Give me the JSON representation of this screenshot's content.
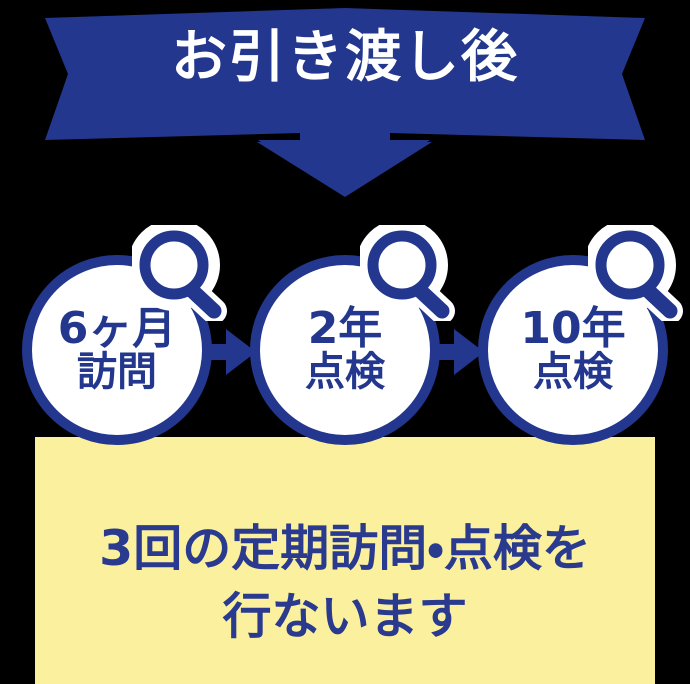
{
  "colors": {
    "banner_blue": "#22378D",
    "circle_blue": "#22378D",
    "panel_yellow": "#FBF09E",
    "panel_text_blue": "#2A3A8E",
    "banner_text_white": "#FFFFFF",
    "background": "#000000"
  },
  "banner": {
    "title": "お引き渡し後",
    "arrow_icon": "arrow-down-icon"
  },
  "steps": [
    {
      "id": "step-6months",
      "line1": "6ヶ月",
      "line2": "訪問",
      "icon": "magnifier-icon"
    },
    {
      "id": "step-2years",
      "line1": "2年",
      "line2": "点検",
      "icon": "magnifier-icon"
    },
    {
      "id": "step-10years",
      "line1": "10年",
      "line2": "点検",
      "icon": "magnifier-icon"
    }
  ],
  "connectors": [
    {
      "id": "connector-1",
      "icon": "arrow-right-icon"
    },
    {
      "id": "connector-2",
      "icon": "arrow-right-icon"
    }
  ],
  "panel": {
    "line1": "3回の定期訪問・点検を",
    "line2": "行ないます"
  }
}
